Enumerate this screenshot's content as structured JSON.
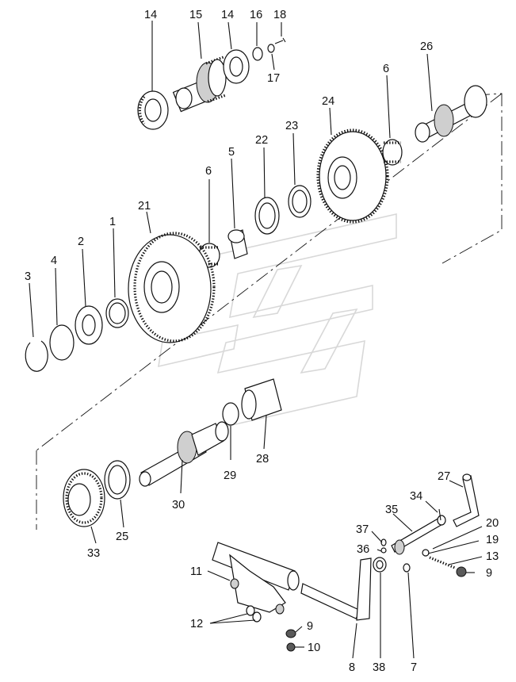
{
  "diagram": {
    "callouts": [
      {
        "id": "c14a",
        "text": "14"
      },
      {
        "id": "c15",
        "text": "15"
      },
      {
        "id": "c14b",
        "text": "14"
      },
      {
        "id": "c16",
        "text": "16"
      },
      {
        "id": "c18",
        "text": "18"
      },
      {
        "id": "c17",
        "text": "17"
      },
      {
        "id": "c26",
        "text": "26"
      },
      {
        "id": "c6a",
        "text": "6"
      },
      {
        "id": "c24",
        "text": "24"
      },
      {
        "id": "c23",
        "text": "23"
      },
      {
        "id": "c22",
        "text": "22"
      },
      {
        "id": "c5",
        "text": "5"
      },
      {
        "id": "c6b",
        "text": "6"
      },
      {
        "id": "c21",
        "text": "21"
      },
      {
        "id": "c3",
        "text": "3"
      },
      {
        "id": "c4",
        "text": "4"
      },
      {
        "id": "c2",
        "text": "2"
      },
      {
        "id": "c1",
        "text": "1"
      },
      {
        "id": "c29",
        "text": "29"
      },
      {
        "id": "c28",
        "text": "28"
      },
      {
        "id": "c30",
        "text": "30"
      },
      {
        "id": "c33",
        "text": "33"
      },
      {
        "id": "c25",
        "text": "25"
      },
      {
        "id": "c27",
        "text": "27"
      },
      {
        "id": "c34",
        "text": "34"
      },
      {
        "id": "c35",
        "text": "35"
      },
      {
        "id": "c20",
        "text": "20"
      },
      {
        "id": "c37",
        "text": "37"
      },
      {
        "id": "c19",
        "text": "19"
      },
      {
        "id": "c36",
        "text": "36"
      },
      {
        "id": "c13",
        "text": "13"
      },
      {
        "id": "c9a",
        "text": "9"
      },
      {
        "id": "c11",
        "text": "11"
      },
      {
        "id": "c12",
        "text": "12"
      },
      {
        "id": "c9b",
        "text": "9"
      },
      {
        "id": "c10",
        "text": "10"
      },
      {
        "id": "c8",
        "text": "8"
      },
      {
        "id": "c38",
        "text": "38"
      },
      {
        "id": "c7",
        "text": "7"
      }
    ]
  }
}
